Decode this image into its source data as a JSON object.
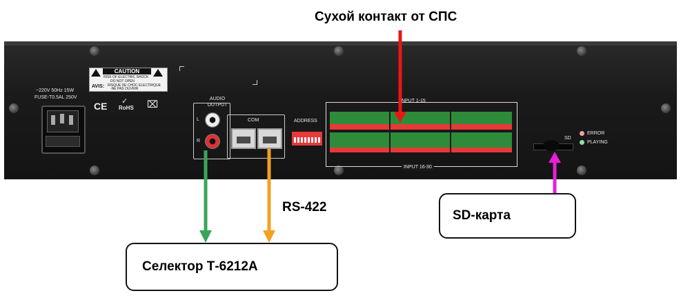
{
  "title": "Сухой контакт от СПС",
  "callouts": {
    "selector": "Селектор Т-6212А",
    "rs422": "RS-422",
    "sd_card": "SD-карта"
  },
  "panel": {
    "power_rating": "~220V 50Hz 15W",
    "fuse": "FUSE-T0.5AL 250V",
    "caution": "CAUTION",
    "caution_line1": "RISK OF ELECTRIC SHOCK",
    "caution_line2": "DO NOT OPEN",
    "avis": "AVIS:",
    "avis_line1": "RISQUE DE CHOC ELECTRIQUE",
    "avis_line2": "-NE PAS OUVRIR",
    "ce": "CE",
    "rohs": "RoHS",
    "audio_output": "AUDIO OUTPUT",
    "jack_l": "L",
    "jack_r": "R",
    "com": "COM",
    "address": "ADDRESS",
    "input_top": "INPUT  1-15",
    "input_bottom": "INPUT  16-30",
    "sd": "SD",
    "error": "ERROR",
    "playing": "PLAYING"
  },
  "colors": {
    "arrow_red": "#e81717",
    "arrow_green": "#3aa55a",
    "arrow_orange": "#f5a021",
    "arrow_magenta": "#e61fd8",
    "panel": "#1a1a1a"
  }
}
